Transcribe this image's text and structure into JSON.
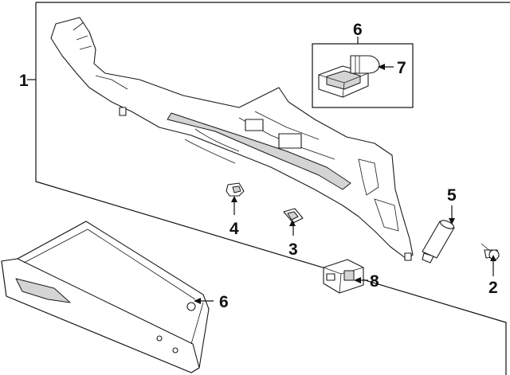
{
  "callouts": {
    "c1": "1",
    "c2": "2",
    "c3": "3",
    "c4": "4",
    "c5": "5",
    "c6_top": "6",
    "c6_bottom": "6",
    "c7": "7",
    "c8": "8"
  }
}
